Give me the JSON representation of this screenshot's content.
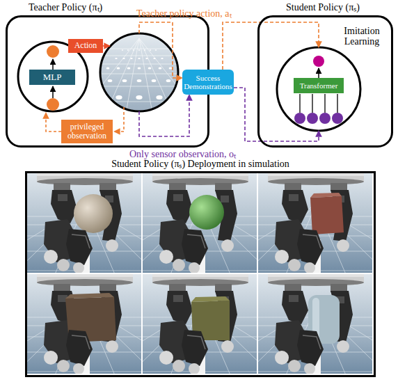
{
  "diagram": {
    "nodes": [
      {
        "text": [
          "Teacher Policy (πₜ)"
        ]
      },
      {
        "text": [
          "MLP"
        ],
        "in": 0
      },
      {
        "text": [
          "Action"
        ],
        "in": 0
      },
      {
        "text": [
          "privileged observation"
        ],
        "in": 0
      },
      {
        "text": [
          "Success Demonstrations"
        ]
      },
      {
        "text": [
          "Student Policy (πₛ)",
          "Imitation Learning"
        ]
      },
      {
        "text": [
          "Transformer"
        ],
        "in": 5
      },
      {
        "text": [
          "Student Policy (πₛ) Deployment in simulation"
        ]
      }
    ],
    "edges": [
      {
        "from": 0,
        "to": 4,
        "arrow": "to"
      },
      {
        "from": 0,
        "to": 4,
        "arrow": "to"
      },
      {
        "from": 4,
        "to": 5,
        "arrow": "to"
      },
      {
        "from": 4,
        "to": 5,
        "arrow": "to"
      }
    ],
    "labels": [
      "Teacher policy action, aₜ",
      "Only sensor observation, oₜ"
    ]
  }
}
